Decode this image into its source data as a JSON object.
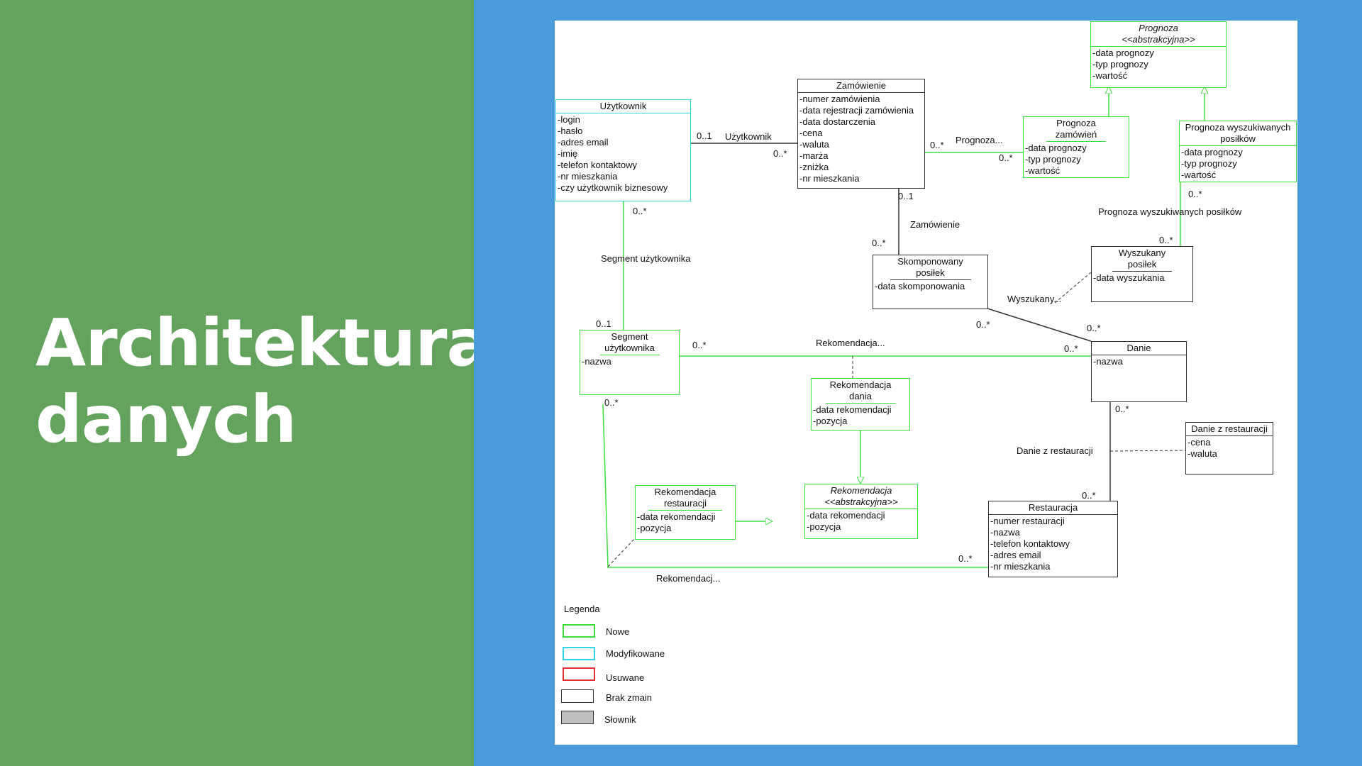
{
  "slide": {
    "title_line1": "Architektura",
    "title_line2": "danych",
    "bg_left": "#64a35d",
    "bg_right": "#4a9bd9"
  },
  "colors": {
    "new": "#3ee03e",
    "modified": "#2fd6e6",
    "removed": "#e03030",
    "unchanged": "#333333",
    "dictionary": "#c0c0c0"
  },
  "classes": {
    "prognoza": {
      "name": "Prognoza",
      "stereotype": "<<abstrakcyjna>>",
      "attrs": [
        "-data prognozy",
        "-typ prognozy",
        "-wartość"
      ]
    },
    "zamowienie": {
      "name": "Zamówienie",
      "attrs": [
        "-numer zamówienia",
        "-data rejestracji zamówienia",
        "-data dostarczenia",
        "-cena",
        "-waluta",
        "-marża",
        "-zniżka",
        "-nr mieszkania"
      ]
    },
    "uzytkownik": {
      "name": "Użytkownik",
      "attrs": [
        "-login",
        "-hasło",
        "-adres email",
        "-imię",
        "-telefon kontaktowy",
        "-nr mieszkania",
        "-czy użytkownik biznesowy"
      ]
    },
    "prognoza_zamowien": {
      "name": "Prognoza zamówień",
      "attrs": [
        "-data prognozy",
        "-typ prognozy",
        "-wartość"
      ]
    },
    "prognoza_wyszukiwanych": {
      "name": "Prognoza wyszukiwanych posiłków",
      "attrs": [
        "-data prognozy",
        "-typ prognozy",
        "-wartość"
      ]
    },
    "skomponowany": {
      "name": "Skomponowany posiłek",
      "attrs": [
        "-data skomponowania"
      ]
    },
    "wyszukany": {
      "name": "Wyszukany posiłek",
      "attrs": [
        "-data wyszukania"
      ]
    },
    "segment": {
      "name": "Segment użytkownika",
      "attrs": [
        "-nazwa"
      ]
    },
    "danie": {
      "name": "Danie",
      "attrs": [
        "-nazwa"
      ]
    },
    "rek_dania": {
      "name": "Rekomendacja dania",
      "attrs": [
        "-data rekomendacji",
        "-pozycja"
      ]
    },
    "danie_z_rest": {
      "name": "Danie z restauracji",
      "attrs": [
        "-cena",
        "-waluta"
      ]
    },
    "rek_rest": {
      "name": "Rekomendacja restauracji",
      "attrs": [
        "-data rekomendacji",
        "-pozycja"
      ]
    },
    "rekomendacja": {
      "name": "Rekomendacja",
      "stereotype": "<<abstrakcyjna>>",
      "attrs": [
        "-data rekomendacji",
        "-pozycja"
      ]
    },
    "restauracja": {
      "name": "Restauracja",
      "attrs": [
        "-numer restauracji",
        "-nazwa",
        "-telefon kontaktowy",
        "-adres email",
        "-nr mieszkania"
      ]
    }
  },
  "associations": {
    "uzytkownik": "Użytkownik",
    "prognoza": "Prognoza...",
    "zamowienie": "Zamówienie",
    "prognoza_wyszukiwanych": "Prognoza wyszukiwanych posiłków",
    "segment": "Segment użytkownika",
    "wyszukany": "Wyszukany...",
    "rekomendacja_dania": "Rekomendacja...",
    "danie_z_restauracji": "Danie z restauracji",
    "rekomendacja_rest": "Rekomendacj..."
  },
  "multiplicities": {
    "m_uz_zam_a": "0..1",
    "m_uz_zam_b": "0..*",
    "m_zam_prog_a": "0..*",
    "m_zam_prog_b": "0..*",
    "m_zam_sk_a": "0..1",
    "m_zam_sk_b": "0..*",
    "m_pw_wy_a": "0..*",
    "m_pw_wy_b": "0..*",
    "m_uz_seg_a": "0..*",
    "m_uz_seg_b": "0..1",
    "m_sk_dan": "0..*",
    "m_wy_dan": "0..*",
    "m_seg_dan_a": "0..*",
    "m_seg_dan_b": "0..*",
    "m_seg_rest": "0..*",
    "m_dan_rest_a": "0..*",
    "m_dan_rest_b": "0..*",
    "m_rest_seg": "0..*"
  },
  "legend": {
    "title": "Legenda",
    "items": [
      "Nowe",
      "Modyfikowane",
      "Usuwane",
      "Brak zmain",
      "Słownik"
    ]
  }
}
